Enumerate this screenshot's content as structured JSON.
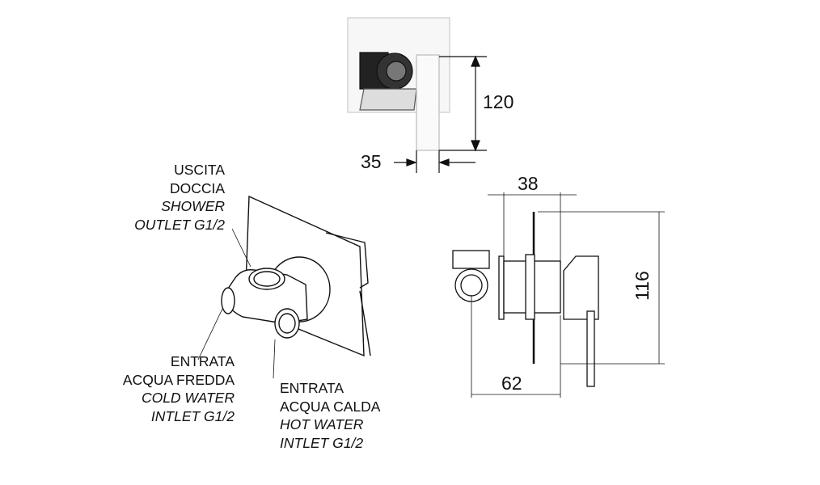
{
  "title": "Shower mixer dimension drawing",
  "labels": {
    "shower_outlet": [
      "USCITA",
      "DOCCIA",
      "SHOWER",
      "OUTLET G1/2"
    ],
    "cold_inlet": [
      "ENTRATA",
      "ACQUA FREDDA",
      "COLD WATER",
      "INTLET G1/2"
    ],
    "hot_inlet": [
      "ENTRATA",
      "ACQUA CALDA",
      "HOT WATER",
      "INTLET G1/2"
    ]
  },
  "dimensions": {
    "front_height": "120",
    "lever_width": "35",
    "body_depth": "38",
    "plate_height": "116",
    "total_depth": "62"
  }
}
